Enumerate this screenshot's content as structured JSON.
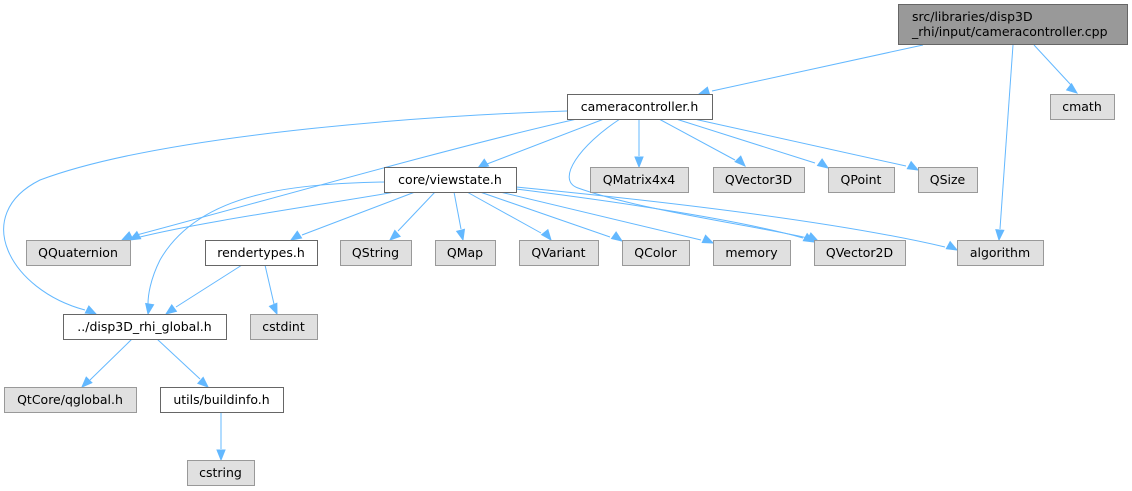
{
  "diagram": {
    "type": "include-dependency-graph",
    "colors": {
      "edge": "#63b8ff",
      "root_fill": "#999999",
      "local_fill": "#ffffff",
      "system_fill": "#e0e0e0",
      "border": "#666666"
    },
    "nodes": [
      {
        "id": "root",
        "kind": "root",
        "lines": [
          "src/libraries/disp3D",
          "_rhi/input/cameracontroller.cpp"
        ]
      },
      {
        "id": "cameracontroller_h",
        "kind": "local",
        "lines": [
          "cameracontroller.h"
        ]
      },
      {
        "id": "cmath",
        "kind": "system",
        "lines": [
          "cmath"
        ]
      },
      {
        "id": "core_viewstate_h",
        "kind": "local",
        "lines": [
          "core/viewstate.h"
        ]
      },
      {
        "id": "QMatrix4x4",
        "kind": "system",
        "lines": [
          "QMatrix4x4"
        ]
      },
      {
        "id": "QVector3D",
        "kind": "system",
        "lines": [
          "QVector3D"
        ]
      },
      {
        "id": "QPoint",
        "kind": "system",
        "lines": [
          "QPoint"
        ]
      },
      {
        "id": "QSize",
        "kind": "system",
        "lines": [
          "QSize"
        ]
      },
      {
        "id": "QQuaternion",
        "kind": "system",
        "lines": [
          "QQuaternion"
        ]
      },
      {
        "id": "rendertypes_h",
        "kind": "local",
        "lines": [
          "rendertypes.h"
        ]
      },
      {
        "id": "QString",
        "kind": "system",
        "lines": [
          "QString"
        ]
      },
      {
        "id": "QMap",
        "kind": "system",
        "lines": [
          "QMap"
        ]
      },
      {
        "id": "QVariant",
        "kind": "system",
        "lines": [
          "QVariant"
        ]
      },
      {
        "id": "QColor",
        "kind": "system",
        "lines": [
          "QColor"
        ]
      },
      {
        "id": "memory",
        "kind": "system",
        "lines": [
          "memory"
        ]
      },
      {
        "id": "QVector2D",
        "kind": "system",
        "lines": [
          "QVector2D"
        ]
      },
      {
        "id": "algorithm",
        "kind": "system",
        "lines": [
          "algorithm"
        ]
      },
      {
        "id": "disp3D_rhi_global_h",
        "kind": "local",
        "lines": [
          "../disp3D_rhi_global.h"
        ]
      },
      {
        "id": "cstdint",
        "kind": "system",
        "lines": [
          "cstdint"
        ]
      },
      {
        "id": "QtCore_qglobal_h",
        "kind": "system",
        "lines": [
          "QtCore/qglobal.h"
        ]
      },
      {
        "id": "utils_buildinfo_h",
        "kind": "local",
        "lines": [
          "utils/buildinfo.h"
        ]
      },
      {
        "id": "cstring",
        "kind": "system",
        "lines": [
          "cstring"
        ]
      }
    ],
    "edges": [
      {
        "from": "root",
        "to": "cameracontroller_h"
      },
      {
        "from": "root",
        "to": "cmath"
      },
      {
        "from": "root",
        "to": "algorithm"
      },
      {
        "from": "cameracontroller_h",
        "to": "disp3D_rhi_global_h"
      },
      {
        "from": "cameracontroller_h",
        "to": "QQuaternion"
      },
      {
        "from": "cameracontroller_h",
        "to": "core_viewstate_h"
      },
      {
        "from": "cameracontroller_h",
        "to": "QVector2D"
      },
      {
        "from": "cameracontroller_h",
        "to": "QMatrix4x4"
      },
      {
        "from": "cameracontroller_h",
        "to": "QVector3D"
      },
      {
        "from": "cameracontroller_h",
        "to": "QPoint"
      },
      {
        "from": "cameracontroller_h",
        "to": "QSize"
      },
      {
        "from": "core_viewstate_h",
        "to": "disp3D_rhi_global_h"
      },
      {
        "from": "core_viewstate_h",
        "to": "QQuaternion"
      },
      {
        "from": "core_viewstate_h",
        "to": "rendertypes_h"
      },
      {
        "from": "core_viewstate_h",
        "to": "QString"
      },
      {
        "from": "core_viewstate_h",
        "to": "QMap"
      },
      {
        "from": "core_viewstate_h",
        "to": "QVariant"
      },
      {
        "from": "core_viewstate_h",
        "to": "QColor"
      },
      {
        "from": "core_viewstate_h",
        "to": "memory"
      },
      {
        "from": "core_viewstate_h",
        "to": "QVector2D"
      },
      {
        "from": "core_viewstate_h",
        "to": "algorithm"
      },
      {
        "from": "rendertypes_h",
        "to": "disp3D_rhi_global_h"
      },
      {
        "from": "rendertypes_h",
        "to": "cstdint"
      },
      {
        "from": "disp3D_rhi_global_h",
        "to": "QtCore_qglobal_h"
      },
      {
        "from": "disp3D_rhi_global_h",
        "to": "utils_buildinfo_h"
      },
      {
        "from": "utils_buildinfo_h",
        "to": "cstring"
      }
    ]
  }
}
